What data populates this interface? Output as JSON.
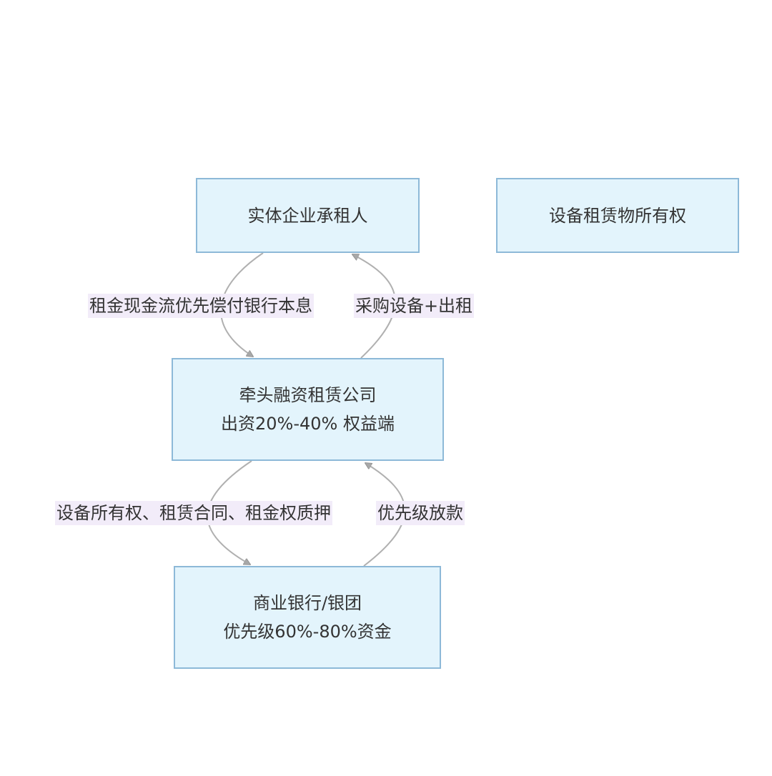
{
  "nodes": {
    "tenant": {
      "lines": [
        "实体企业承租人"
      ]
    },
    "asset": {
      "lines": [
        "设备租赁物所有权"
      ]
    },
    "lessor": {
      "lines": [
        "牵头融资租赁公司",
        "出资20%-40% 权益端"
      ]
    },
    "bank": {
      "lines": [
        "商业银行/银团",
        "优先级60%-80%资金"
      ]
    }
  },
  "edges": {
    "rent": {
      "label": "租金现金流优先偿付银行本息",
      "from": "tenant",
      "to": "lessor"
    },
    "purchase": {
      "label": "采购设备+出租",
      "from": "lessor",
      "to": "tenant"
    },
    "pledge": {
      "label": "设备所有权、租赁合同、租金权质押",
      "from": "lessor",
      "to": "bank"
    },
    "loan": {
      "label": "优先级放款",
      "from": "bank",
      "to": "lessor"
    }
  },
  "colors": {
    "node_fill": "#e3f4fc",
    "node_border": "#8db9d8",
    "edge_line": "#b0b0b0",
    "arrow_fill": "#a8a8a8",
    "label_bg": "#f2ecf9",
    "text": "#333333"
  }
}
